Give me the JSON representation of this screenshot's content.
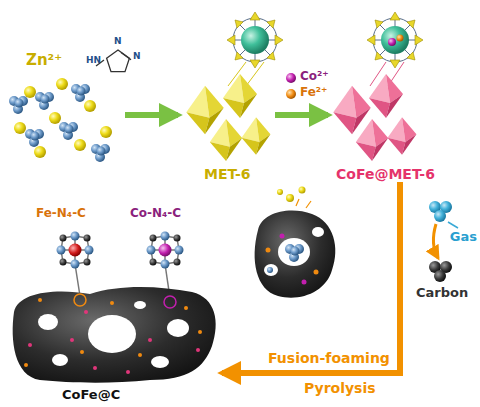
{
  "diagram": {
    "labels": [
      "Zn²⁺",
      "HN",
      "N",
      "N",
      "MET-6",
      "Co²⁺",
      "Fe²⁺",
      "CoFe@MET-6",
      "Gas",
      "Carbon",
      "Fusion-foaming",
      "Pyrolysis",
      "Fe-N₄-C",
      "Co-N₄-C",
      "CoFe@C"
    ]
  }
}
